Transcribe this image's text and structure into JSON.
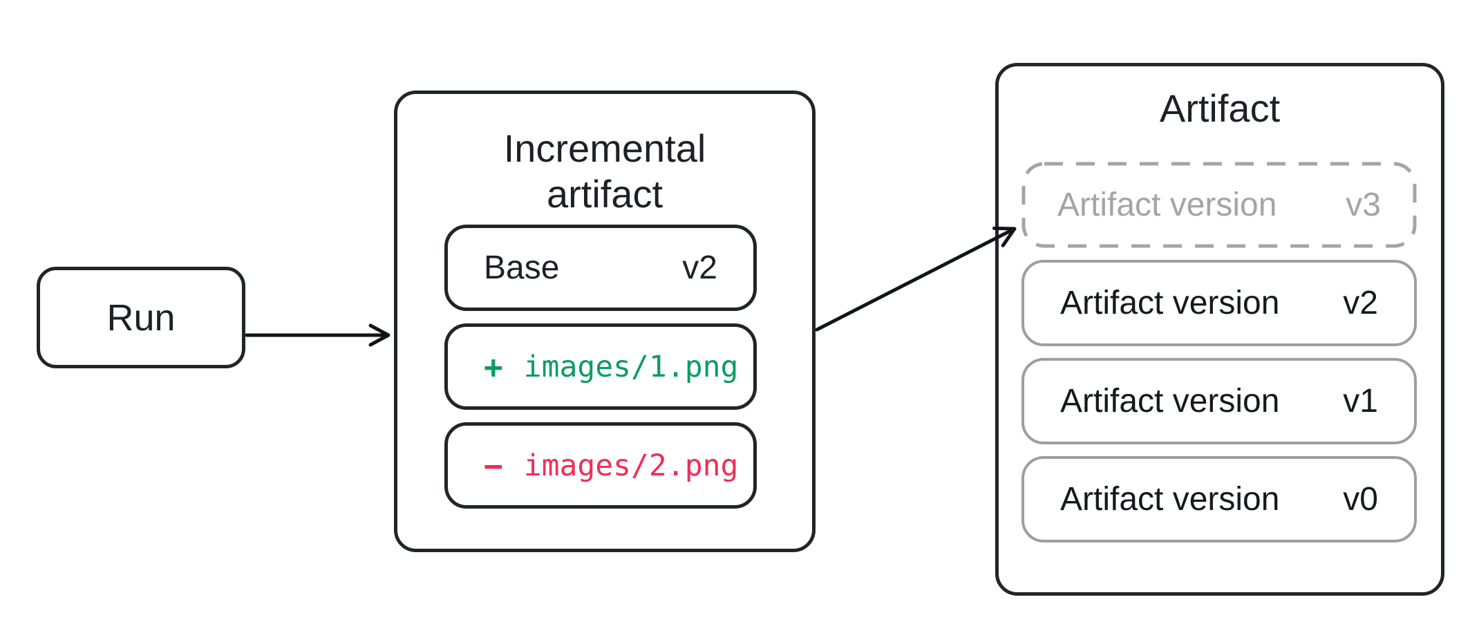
{
  "diagram": {
    "run": {
      "label": "Run"
    },
    "incremental": {
      "title_line1": "Incremental",
      "title_line2": "artifact",
      "base": {
        "label": "Base",
        "version": "v2"
      },
      "added": {
        "sign": "+",
        "path": "images/1.png"
      },
      "removed": {
        "sign": "−",
        "path": "images/2.png"
      }
    },
    "artifact": {
      "title": "Artifact",
      "pending_version": {
        "label": "Artifact version",
        "version": "v3"
      },
      "versions": [
        {
          "label": "Artifact version",
          "version": "v2"
        },
        {
          "label": "Artifact version",
          "version": "v1"
        },
        {
          "label": "Artifact version",
          "version": "v0"
        }
      ]
    },
    "connections": [
      {
        "from": "run",
        "to": "incremental-artifact"
      },
      {
        "from": "incremental-artifact",
        "to": "artifact-version-v3"
      }
    ],
    "colors": {
      "added_green": "#0d9c64",
      "removed_red": "#ef2e55",
      "dark_stroke": "#21242a",
      "gray_stroke": "#9e9e9e",
      "gray_text": "#a4a4a4"
    }
  }
}
